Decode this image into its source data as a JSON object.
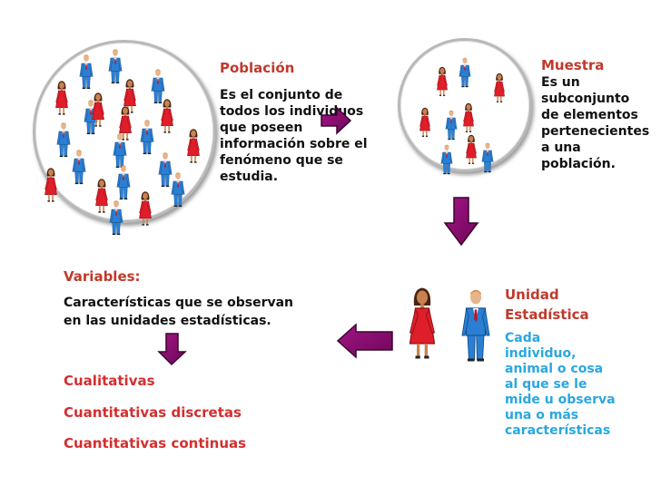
{
  "poblacion": {
    "title": "Población",
    "lines": [
      "Es el conjunto de",
      "todos los individuos",
      "que poseen",
      "información sobre el",
      "fenómeno que se",
      "estudia."
    ]
  },
  "muestra": {
    "title": "Muestra",
    "lines": [
      "Es un",
      "subconjunto",
      "de elementos",
      "pertenecientes",
      "a una",
      "población."
    ]
  },
  "unidad": {
    "title_lines": [
      "Unidad",
      "Estadística"
    ],
    "lines": [
      "Cada",
      "individuo,",
      "animal o cosa",
      "al que se le",
      "mide u observa",
      "una o más",
      "características"
    ]
  },
  "variables": {
    "title": "Variables:",
    "lines": [
      "Características que se observan",
      "en las unidades estadísticas."
    ],
    "types": [
      "Cualitativas",
      "Cuantitativas discretas",
      "Cuantitativas continuas"
    ]
  },
  "icons": {
    "woman": "woman-figure-icon",
    "man": "man-figure-icon",
    "arrow": "arrow-icon"
  },
  "colors": {
    "woman_dress": "#e01e2a",
    "man_suit": "#2a7fd4",
    "arrow_fill": "#8b0a6e",
    "title_red": "#c0392b",
    "blue_text": "#2aa7e0"
  }
}
